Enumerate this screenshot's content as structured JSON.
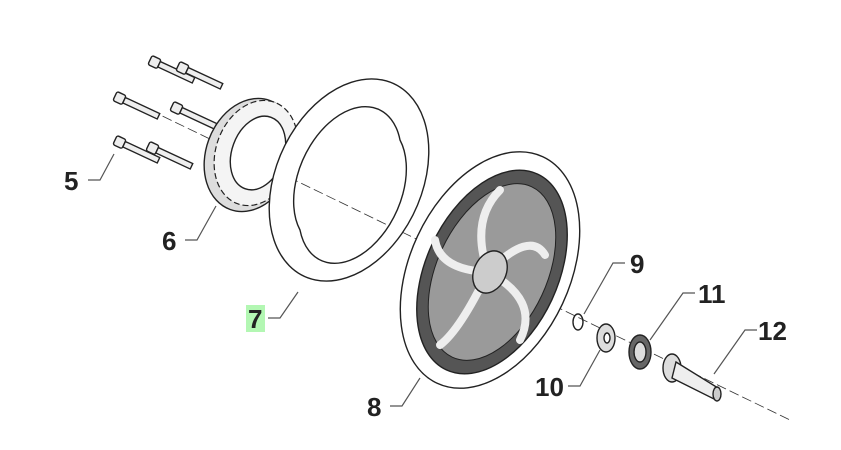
{
  "diagram": {
    "type": "exploded-parts-view",
    "highlight_color": "#b3f7b3",
    "callouts": [
      {
        "number": "5",
        "part": "bolts",
        "highlighted": false
      },
      {
        "number": "6",
        "part": "flange-ring",
        "highlighted": false
      },
      {
        "number": "7",
        "part": "disc-gasket",
        "highlighted": true
      },
      {
        "number": "8",
        "part": "wheel",
        "highlighted": false
      },
      {
        "number": "9",
        "part": "circlip",
        "highlighted": false
      },
      {
        "number": "10",
        "part": "washer",
        "highlighted": false
      },
      {
        "number": "11",
        "part": "bearing",
        "highlighted": false
      },
      {
        "number": "12",
        "part": "axle",
        "highlighted": false
      }
    ]
  }
}
